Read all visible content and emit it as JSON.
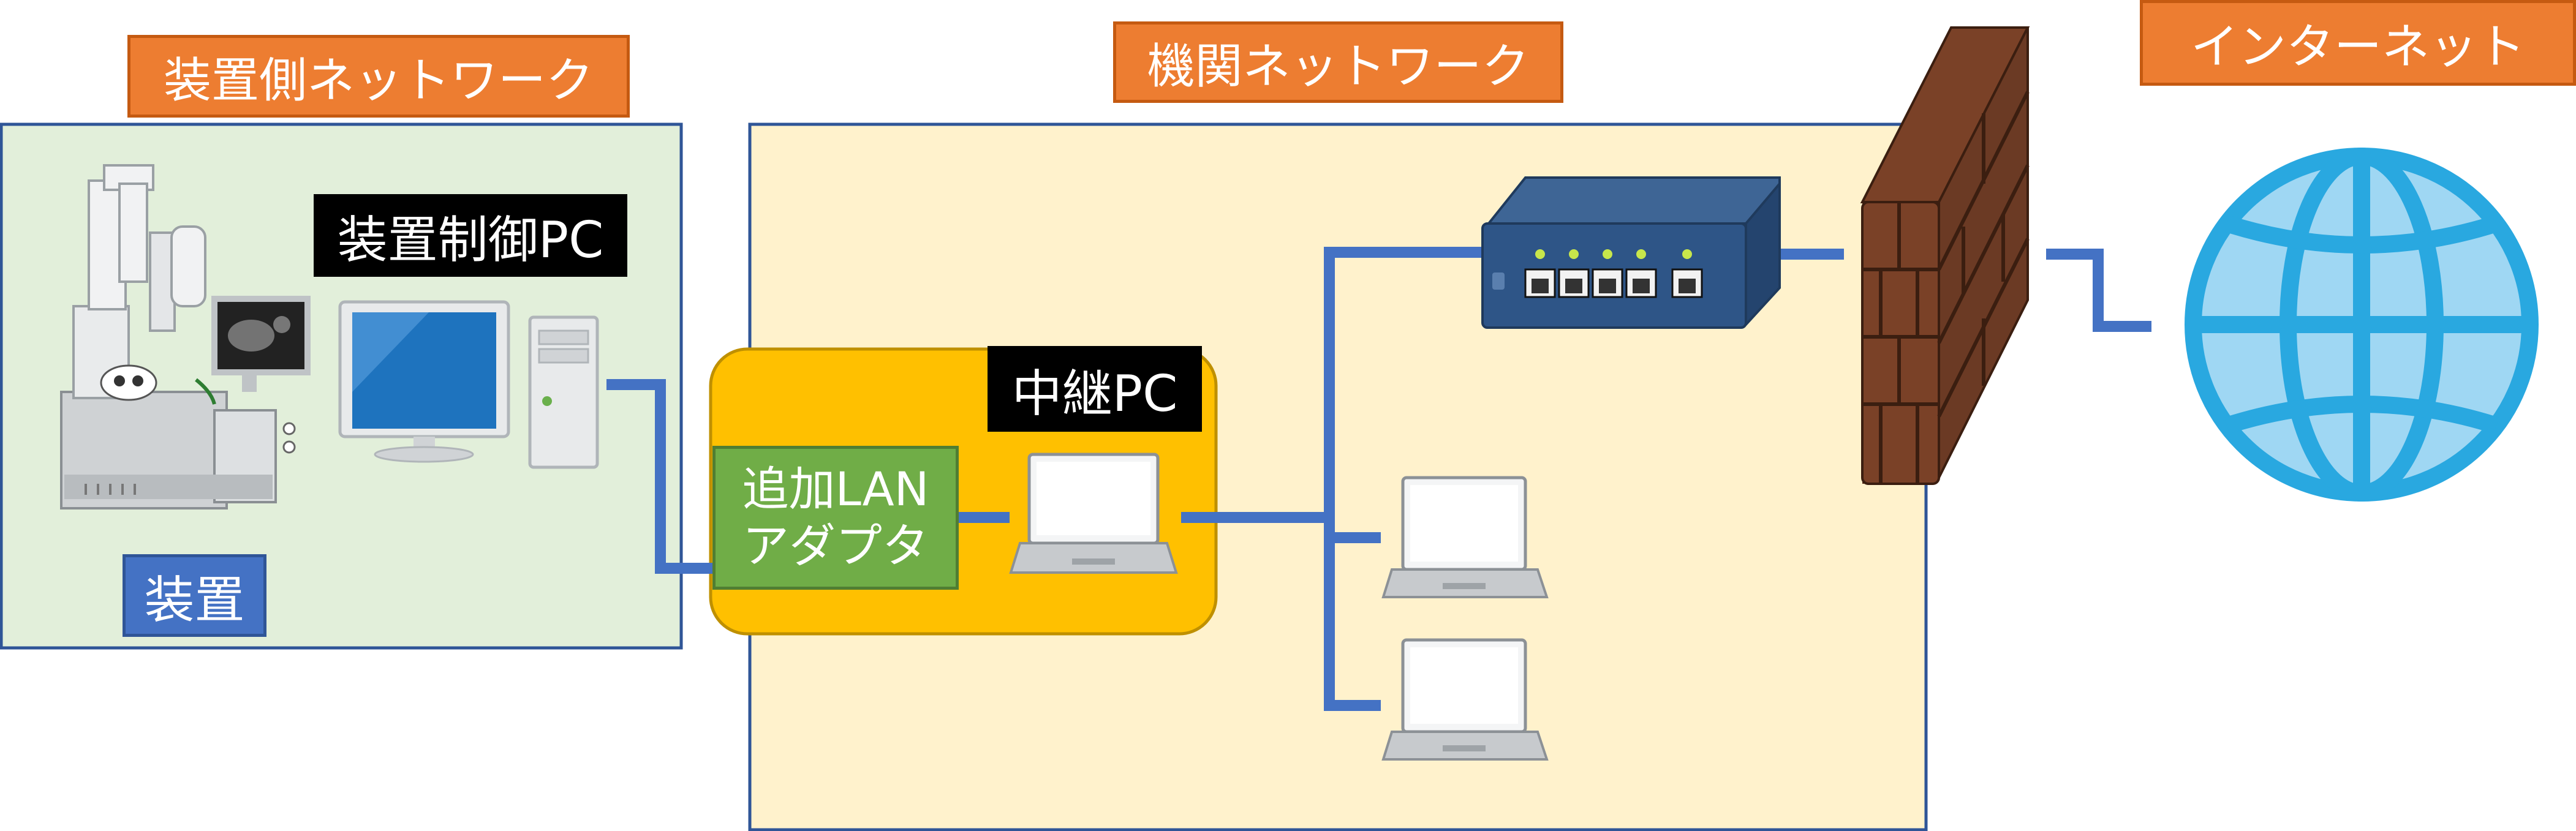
{
  "zones": {
    "device_network": "装置側ネットワーク",
    "institution_network": "機関ネットワーク",
    "internet": "インターネット"
  },
  "nodes": {
    "device": "装置",
    "control_pc": "装置制御PC",
    "relay_pc": "中継PC",
    "lan_adapter_line1": "追加LAN",
    "lan_adapter_line2": "アダプタ"
  },
  "colors": {
    "device_zone_fill": "#e2efda",
    "device_zone_border": "#2f5597",
    "institution_zone_fill": "#fff2cc",
    "institution_zone_border": "#2f5597",
    "relay_fill": "#ffc000",
    "relay_border": "#bf9000",
    "cable": "#4472c4",
    "label_orange": "#ed7d31",
    "label_blue": "#4472c4",
    "label_green": "#70ad47",
    "firewall": "#6b3a24",
    "globe": "#29a8e0",
    "switch": "#2e4d7b"
  },
  "icons": [
    "electron-microscope-icon",
    "monitor-icon",
    "pc-tower-icon",
    "laptop-icon",
    "network-switch-icon",
    "firewall-icon",
    "globe-icon"
  ]
}
